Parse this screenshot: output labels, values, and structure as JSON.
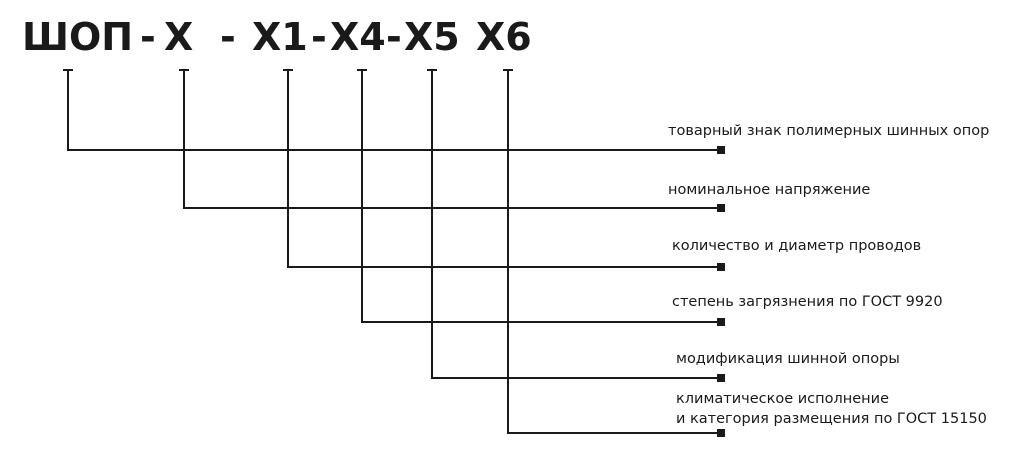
{
  "designation": {
    "prefix": "ШОП",
    "dash": "-",
    "x": "X",
    "x1": "X1",
    "x4": "X4",
    "x5": "X5",
    "x6": "X6"
  },
  "labels": [
    {
      "id": "trademark",
      "lines": [
        "товарный знак полимерных шинных опор"
      ]
    },
    {
      "id": "voltage",
      "lines": [
        "номинальное напряжение"
      ]
    },
    {
      "id": "wires",
      "lines": [
        "количество и диаметр проводов"
      ]
    },
    {
      "id": "pollution",
      "lines": [
        "степень загрязнения по ГОСТ 9920"
      ]
    },
    {
      "id": "modification",
      "lines": [
        "модификация шинной опоры"
      ]
    },
    {
      "id": "climate",
      "lines": [
        "климатическое исполнение",
        "и категория размещения по ГОСТ 15150"
      ]
    }
  ],
  "colors": {
    "line": "#1a1a1a",
    "text": "#1a1a1a",
    "background": "#ffffff"
  }
}
